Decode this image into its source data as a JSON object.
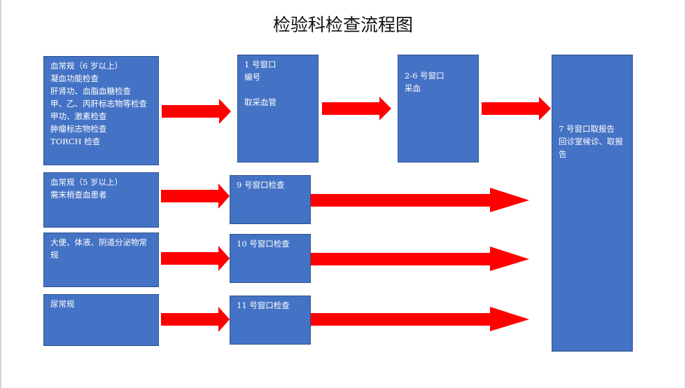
{
  "title": "检验科检查流程图",
  "colors": {
    "box_fill": "#4472c4",
    "box_border": "#2f528f",
    "arrow": "#ff0000",
    "text": "#ffffff"
  },
  "boxes": {
    "tests_group_a": "血常规（6 岁以上）\n凝血功能检查\n肝肾功、血脂血糖检查\n甲、乙、丙肝标志物等检查\n甲功、激素检查\n肿瘤标志物检查\nTORCH 检查",
    "window_1": "1 号窗口\n编号\n\n取采血管",
    "window_2_6": "2-6 号窗口\n采血",
    "window_7": "7 号窗口取报告\n回诊室候诊、取报\n告",
    "tests_group_b": "血常规（5 岁以上）\n需末梢查血患者",
    "window_9": "9 号窗口检查",
    "tests_group_c": "大便、体液、阴道分泌物常\n规",
    "window_10": "10 号窗口检查",
    "tests_group_d": "尿常规",
    "window_11": "11 号窗口检查"
  }
}
